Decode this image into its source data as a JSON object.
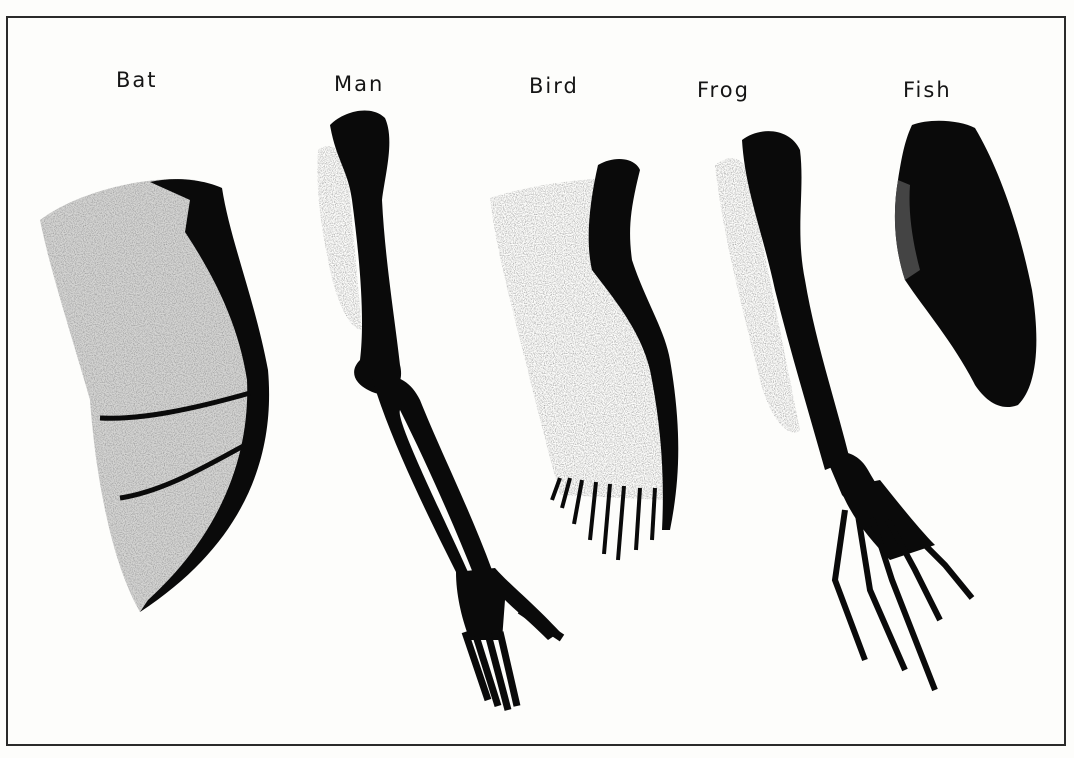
{
  "labels": {
    "bat": "Bat",
    "man": "Man",
    "bird": "Bird",
    "frog": "Frog",
    "fish": "Fish"
  },
  "colors": {
    "bone": "#0a0a0a",
    "membrane": "#8c8c8c",
    "background": "#fdfdfb"
  }
}
